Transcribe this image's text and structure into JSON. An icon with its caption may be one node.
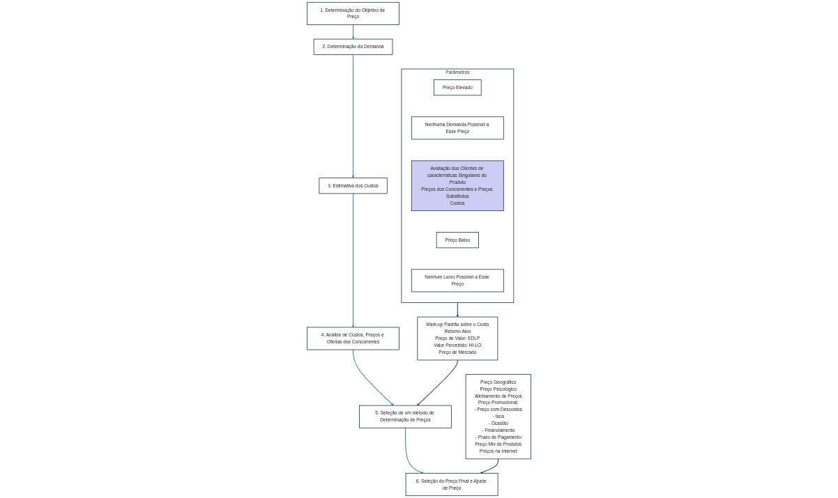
{
  "diagram": {
    "nodes": [
      {
        "text": [
          "1. Determinação do Objetivo de Preço"
        ]
      },
      {
        "text": [
          "2. Determinação da Demanda"
        ]
      },
      {
        "text": [
          "3. Estimativa dos Custos"
        ]
      },
      {
        "text": [
          "4. Análise de Custos, Preços e Ofertas dos Concorrentes"
        ]
      },
      {
        "text": [
          "5. Seleção de um método de Determinação de Preços"
        ]
      },
      {
        "text": [
          "6. Seleção do Preço Final e Ajuste de Preço"
        ]
      },
      {
        "text": [],
        "shape": "box",
        "beside": [
          "Parâmetros"
        ]
      },
      {
        "text": [
          "Preço Elevado"
        ],
        "in": 6
      },
      {
        "text": [
          "Nenhuma Demanda Possível a Esse Preço"
        ],
        "in": 6
      },
      {
        "text": [
          "Avaliação dos Clientes de características Singulares do Produto",
          "Preços dos Concorrentes e Preços Substitutos",
          "Custos"
        ],
        "in": 6
      },
      {
        "text": [
          "Preço Baixo"
        ],
        "in": 6
      },
      {
        "text": [
          "Nenhum Lucro Possível a Esse Preço"
        ],
        "in": 6
      },
      {
        "text": [
          "Mark-up Padrão sobre o Custo",
          "Retorno Alvo",
          "Preço de Valor: EDLP",
          "Valor Percebido: HI-LO",
          "Preço de Mercado"
        ]
      },
      {
        "text": [
          "Preço Geográfico",
          "Preço Psicológico",
          "Alinhamento de Preços",
          "Preço Promocional:",
          "- Preço com Descontos",
          "- Isca",
          "- Ocasião",
          "- Financiamento",
          "- Prazo de Pagamento",
          "Preço Mix de Produtos",
          "Preços na Internet"
        ]
      }
    ],
    "edges": [
      {
        "from": 0,
        "to": 1,
        "arrow": "to"
      },
      {
        "from": 1,
        "to": 2,
        "arrow": "to"
      },
      {
        "from": 2,
        "to": 3,
        "arrow": "to"
      },
      {
        "from": 3,
        "to": 4,
        "arrow": "to"
      },
      {
        "from": 4,
        "to": 5,
        "arrow": "to"
      },
      {
        "from": 6,
        "to": 12,
        "arrow": "to",
        "color": "#1f3864"
      },
      {
        "from": 12,
        "to": 4,
        "arrow": "to",
        "color": "#1f3864"
      },
      {
        "from": 13,
        "to": 5,
        "arrow": "to",
        "color": "#1f3864"
      }
    ]
  }
}
